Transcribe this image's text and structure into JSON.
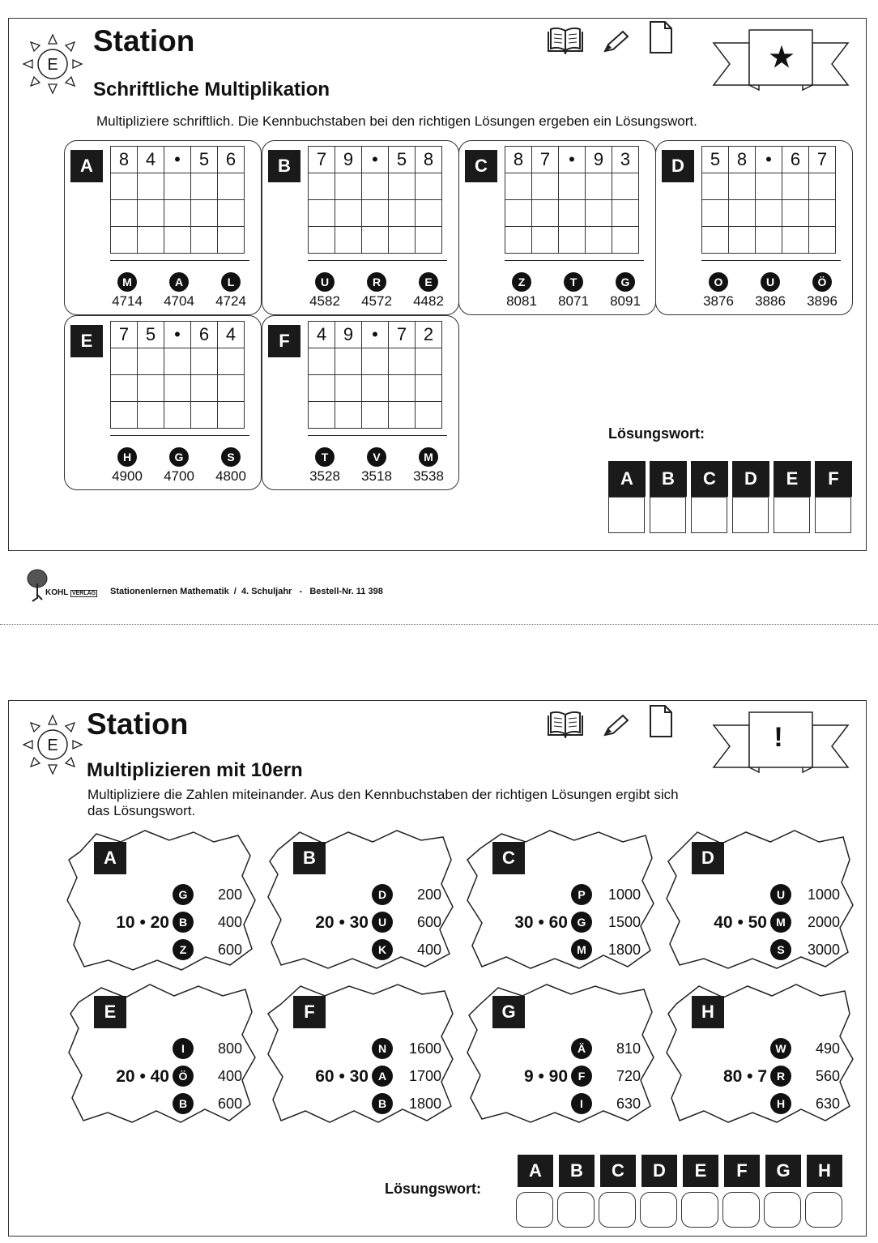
{
  "card1": {
    "station_title": "Station",
    "station_letter": "E",
    "subtitle": "Schriftliche Multiplikation",
    "instruction": "Multipliziere schriftlich. Die Kennbuchstaben bei den richtigen Lösungen ergeben ein Lösungswort.",
    "banner_symbol": "★",
    "tasks": [
      {
        "label": "A",
        "digits": [
          "8",
          "4",
          "•",
          "5",
          "6"
        ],
        "options": [
          {
            "letter": "M",
            "value": "4714"
          },
          {
            "letter": "A",
            "value": "4704"
          },
          {
            "letter": "L",
            "value": "4724"
          }
        ]
      },
      {
        "label": "B",
        "digits": [
          "7",
          "9",
          "•",
          "5",
          "8"
        ],
        "options": [
          {
            "letter": "U",
            "value": "4582"
          },
          {
            "letter": "R",
            "value": "4572"
          },
          {
            "letter": "E",
            "value": "4482"
          }
        ]
      },
      {
        "label": "C",
        "digits": [
          "8",
          "7",
          "•",
          "9",
          "3"
        ],
        "options": [
          {
            "letter": "Z",
            "value": "8081"
          },
          {
            "letter": "T",
            "value": "8071"
          },
          {
            "letter": "G",
            "value": "8091"
          }
        ]
      },
      {
        "label": "D",
        "digits": [
          "5",
          "8",
          "•",
          "6",
          "7"
        ],
        "options": [
          {
            "letter": "O",
            "value": "3876"
          },
          {
            "letter": "U",
            "value": "3886"
          },
          {
            "letter": "Ö",
            "value": "3896"
          }
        ]
      },
      {
        "label": "E",
        "digits": [
          "7",
          "5",
          "•",
          "6",
          "4"
        ],
        "options": [
          {
            "letter": "H",
            "value": "4900"
          },
          {
            "letter": "G",
            "value": "4700"
          },
          {
            "letter": "S",
            "value": "4800"
          }
        ]
      },
      {
        "label": "F",
        "digits": [
          "4",
          "9",
          "•",
          "7",
          "2"
        ],
        "options": [
          {
            "letter": "T",
            "value": "3528"
          },
          {
            "letter": "V",
            "value": "3518"
          },
          {
            "letter": "M",
            "value": "3538"
          }
        ]
      }
    ],
    "solution_label": "Lösungswort:",
    "solution_letters": [
      "A",
      "B",
      "C",
      "D",
      "E",
      "F"
    ]
  },
  "footer": {
    "logo_text": "KOHL",
    "logo_sub": "VERLAG",
    "text": "Stationenlernen Mathematik  /  4. Schuljahr   -   Bestell-Nr. 11 398"
  },
  "card2": {
    "station_title": "Station",
    "station_letter": "E",
    "subtitle": "Multiplizieren mit 10ern",
    "instruction_line1": "Multipliziere die Zahlen miteinander. Aus den Kennbuchstaben der richtigen Lösungen ergibt sich",
    "instruction_line2": "das Lösungswort.",
    "banner_symbol": "!",
    "tasks": [
      {
        "label": "A",
        "expr": "10 • 20",
        "options": [
          {
            "letter": "G",
            "value": "200"
          },
          {
            "letter": "B",
            "value": "400"
          },
          {
            "letter": "Z",
            "value": "600"
          }
        ]
      },
      {
        "label": "B",
        "expr": "20 • 30",
        "options": [
          {
            "letter": "D",
            "value": "200"
          },
          {
            "letter": "U",
            "value": "600"
          },
          {
            "letter": "K",
            "value": "400"
          }
        ]
      },
      {
        "label": "C",
        "expr": "30 • 60",
        "options": [
          {
            "letter": "P",
            "value": "1000"
          },
          {
            "letter": "G",
            "value": "1500"
          },
          {
            "letter": "M",
            "value": "1800"
          }
        ]
      },
      {
        "label": "D",
        "expr": "40 • 50",
        "options": [
          {
            "letter": "U",
            "value": "1000"
          },
          {
            "letter": "M",
            "value": "2000"
          },
          {
            "letter": "S",
            "value": "3000"
          }
        ]
      },
      {
        "label": "E",
        "expr": "20 • 40",
        "options": [
          {
            "letter": "I",
            "value": "800"
          },
          {
            "letter": "Ö",
            "value": "400"
          },
          {
            "letter": "B",
            "value": "600"
          }
        ]
      },
      {
        "label": "F",
        "expr": "60 • 30",
        "options": [
          {
            "letter": "N",
            "value": "1600"
          },
          {
            "letter": "A",
            "value": "1700"
          },
          {
            "letter": "B",
            "value": "1800"
          }
        ]
      },
      {
        "label": "G",
        "expr": "9 • 90",
        "options": [
          {
            "letter": "Ä",
            "value": "810"
          },
          {
            "letter": "F",
            "value": "720"
          },
          {
            "letter": "I",
            "value": "630"
          }
        ]
      },
      {
        "label": "H",
        "expr": "80 • 7",
        "options": [
          {
            "letter": "W",
            "value": "490"
          },
          {
            "letter": "R",
            "value": "560"
          },
          {
            "letter": "H",
            "value": "630"
          }
        ]
      }
    ],
    "solution_label": "Lösungswort:",
    "solution_letters": [
      "A",
      "B",
      "C",
      "D",
      "E",
      "F",
      "G",
      "H"
    ]
  }
}
